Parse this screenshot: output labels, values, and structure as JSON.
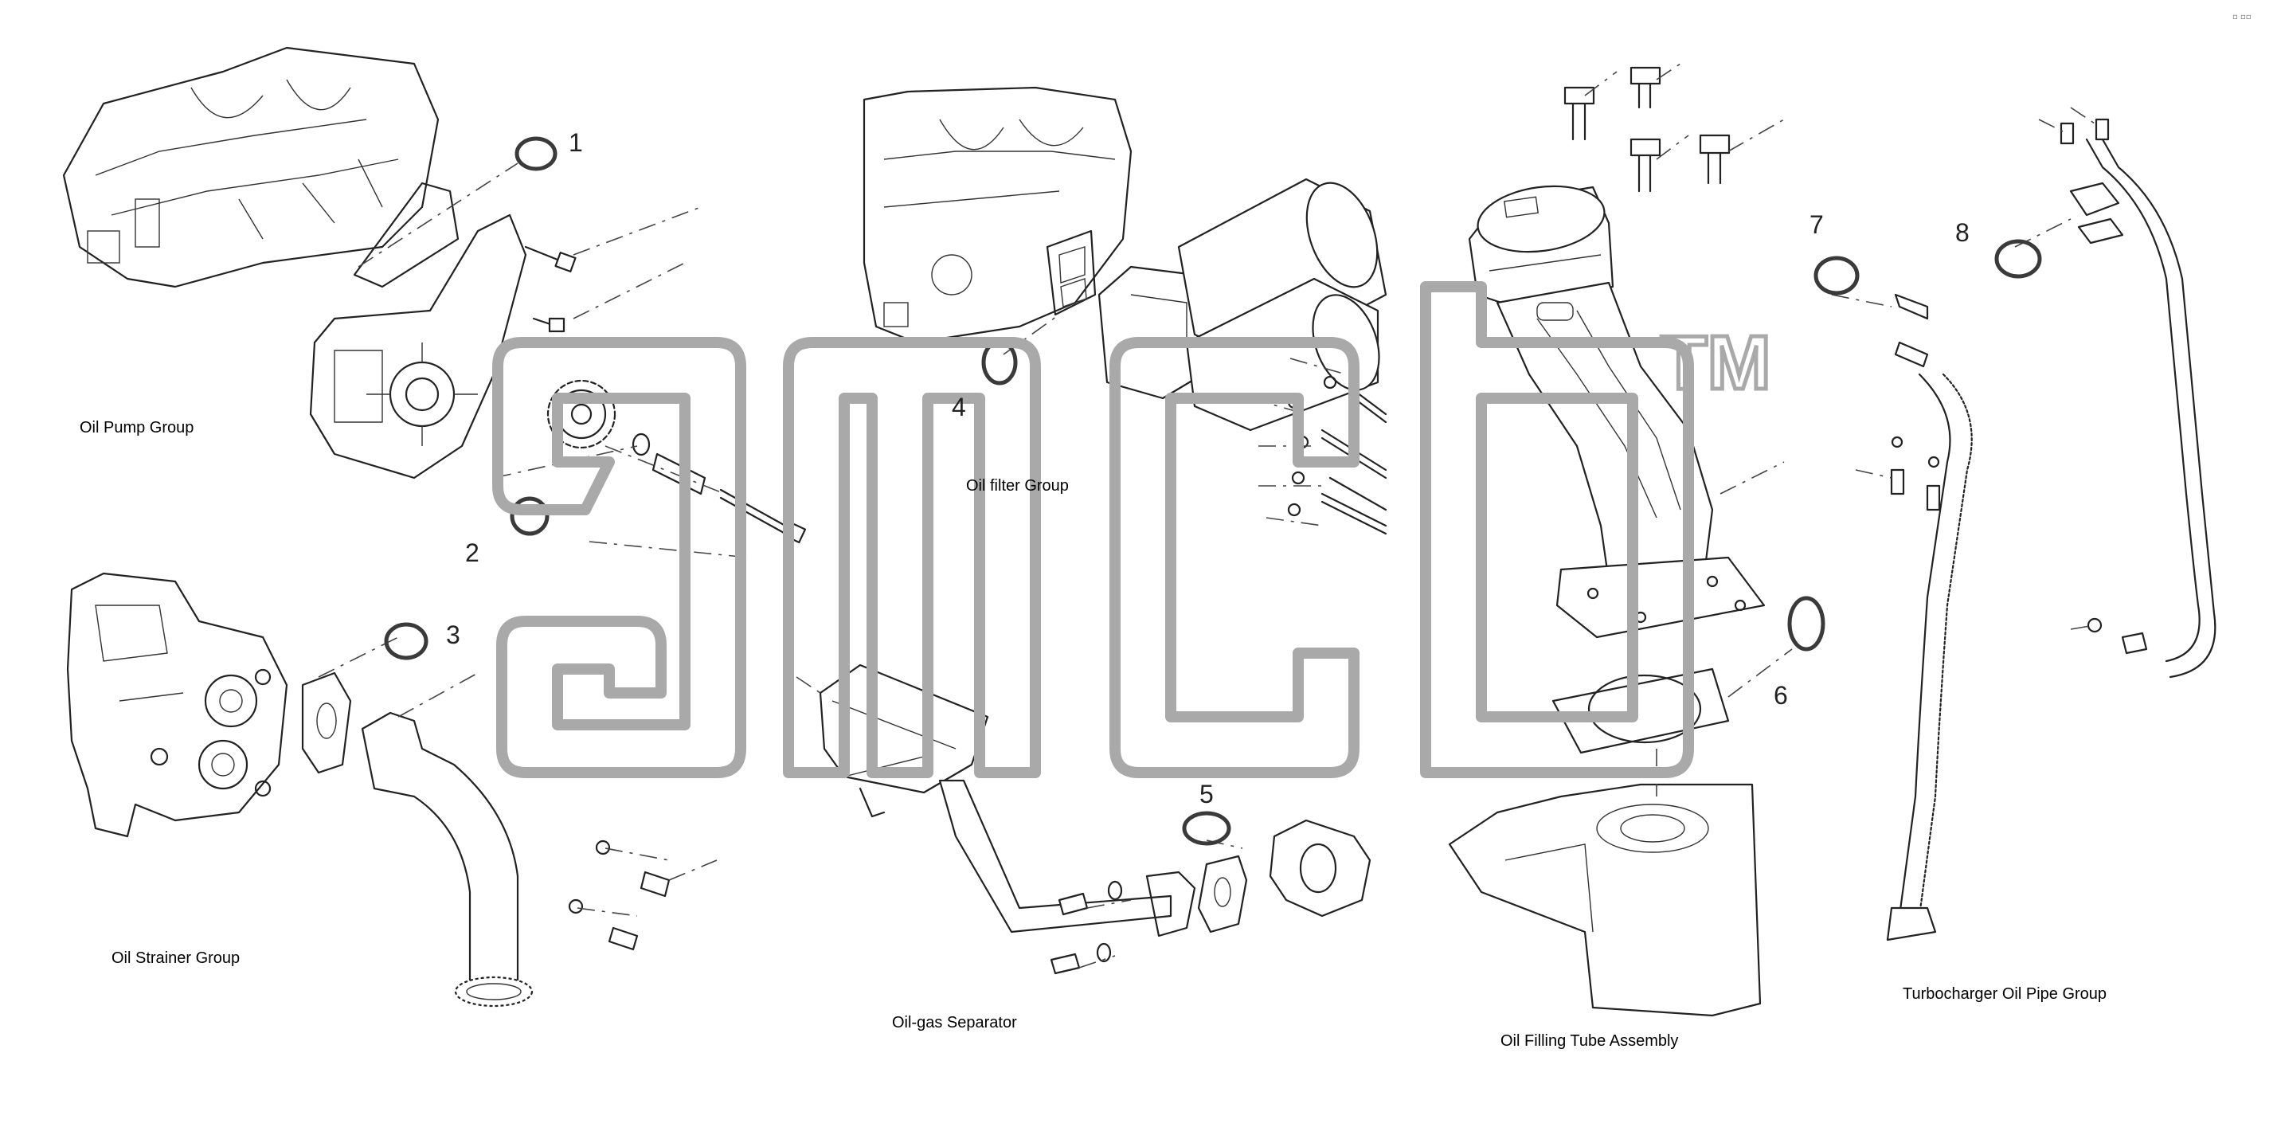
{
  "groups": [
    {
      "key": "oil-pump-group",
      "label": "Oil Pump Group"
    },
    {
      "key": "oil-strainer-group",
      "label": "Oil Strainer Group"
    },
    {
      "key": "oil-filter-group",
      "label": "Oil filter Group"
    },
    {
      "key": "oil-gas-separator",
      "label": "Oil-gas Separator"
    },
    {
      "key": "oil-filling-tube-assembly",
      "label": "Oil Filling Tube Assembly"
    },
    {
      "key": "turbocharger-oil-pipe-group",
      "label": "Turbocharger Oil Pipe Group"
    }
  ],
  "callouts": [
    {
      "number": "1",
      "group": "oil-pump-group"
    },
    {
      "number": "2",
      "group": "oil-pump-group"
    },
    {
      "number": "3",
      "group": "oil-strainer-group"
    },
    {
      "number": "4",
      "group": "oil-filter-group"
    },
    {
      "number": "5",
      "group": "oil-gas-separator"
    },
    {
      "number": "6",
      "group": "oil-filling-tube-assembly"
    },
    {
      "number": "7",
      "group": "turbocharger-oil-pipe-group"
    },
    {
      "number": "8",
      "group": "turbocharger-oil-pipe-group"
    }
  ],
  "watermark": {
    "trademark": "TM"
  },
  "colors": {
    "lines": "#222222",
    "watermark": "#a9a9a9",
    "background": "#ffffff"
  }
}
